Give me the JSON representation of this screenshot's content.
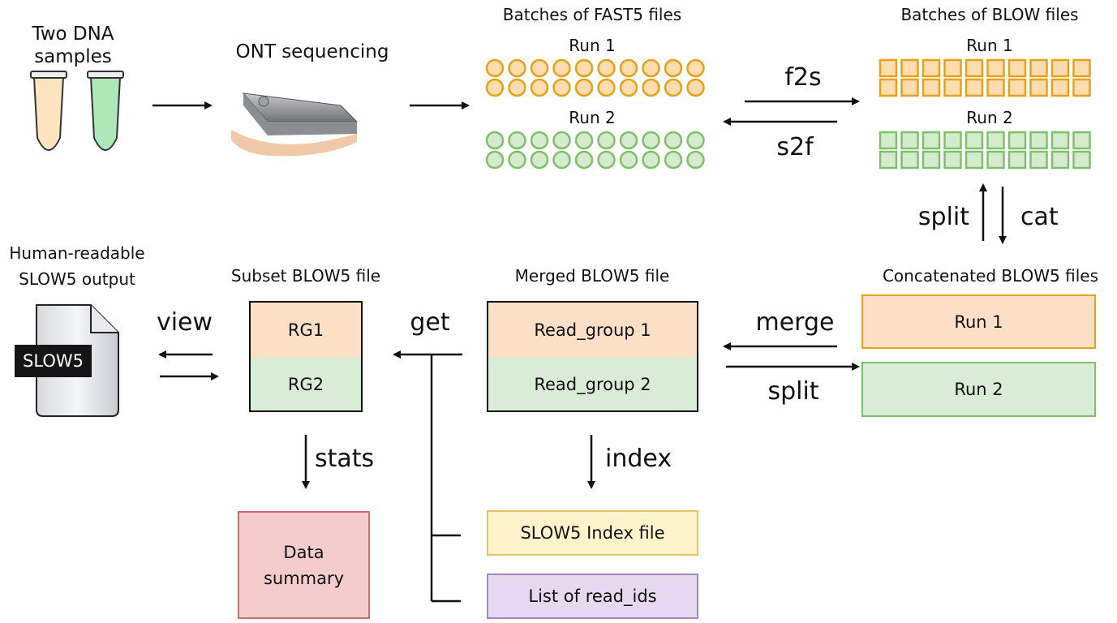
{
  "samples": {
    "title_line1": "Two DNA",
    "title_line2": "samples"
  },
  "sequencing": {
    "title": "ONT sequencing"
  },
  "fast5": {
    "title": "Batches of FAST5 files",
    "run1": "Run 1",
    "run2": "Run 2"
  },
  "blow": {
    "title": "Batches of BLOW files",
    "run1": "Run 1",
    "run2": "Run 2"
  },
  "concat": {
    "title": "Concatenated BLOW5 files",
    "run1": "Run 1",
    "run2": "Run 2"
  },
  "merged": {
    "title": "Merged BLOW5 file",
    "rg1": "Read_group 1",
    "rg2": "Read_group 2"
  },
  "subset": {
    "title": "Subset BLOW5 file",
    "rg1": "RG1",
    "rg2": "RG2"
  },
  "human": {
    "title_line1": "Human-readable",
    "title_line2": "SLOW5 output",
    "doc_label": "SLOW5"
  },
  "index_file": {
    "label": "SLOW5 Index file"
  },
  "read_ids": {
    "label": "List of read_ids"
  },
  "summary": {
    "line1": "Data",
    "line2": "summary"
  },
  "ops": {
    "f2s": "f2s",
    "s2f": "s2f",
    "split_v": "split",
    "cat": "cat",
    "merge": "merge",
    "split_h": "split",
    "get": "get",
    "view": "view",
    "stats": "stats",
    "index": "index"
  },
  "colors": {
    "orange_stroke": "#e3a21a",
    "orange_fill": "#fddcb0",
    "green_stroke": "#7fc06a",
    "green_fill": "#d5ebcd",
    "peach": "#fde0c5",
    "mint": "#d9ecd6",
    "yellow_fill": "#fff3cc",
    "yellow_stroke": "#e6c460",
    "purple_fill": "#e6d8ee",
    "purple_stroke": "#a886bf",
    "red_fill": "#f5cccc",
    "red_stroke": "#d06b6b"
  }
}
